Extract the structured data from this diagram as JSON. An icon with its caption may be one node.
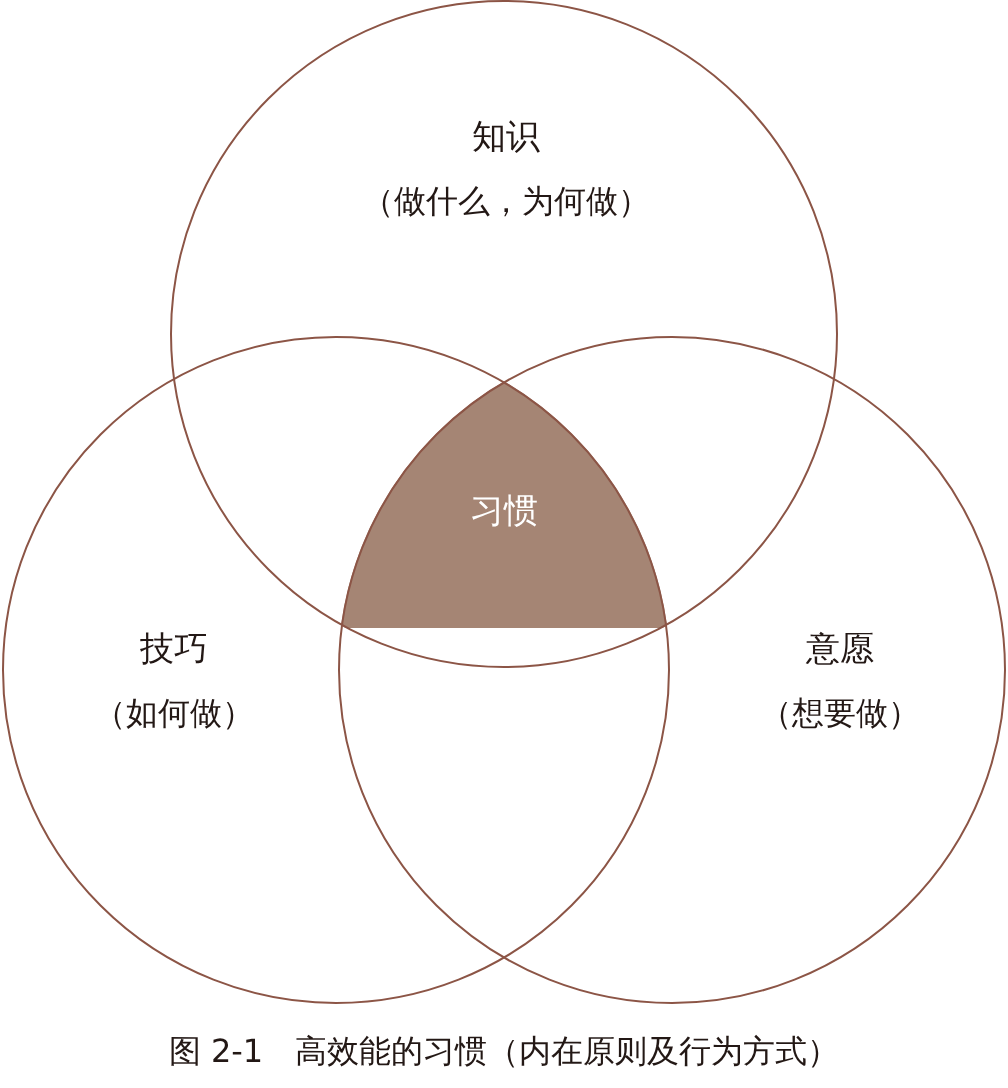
{
  "diagram": {
    "caption": "图 2-1　高效能的习惯（内在原则及行为方式）",
    "nodes": [
      {
        "text": [
          "知识",
          "（做什么，为何做）"
        ]
      },
      {
        "text": [
          "习惯"
        ]
      },
      {
        "text": [
          "技巧",
          "（如何做）"
        ]
      },
      {
        "text": [
          "意愿",
          "（想要做）"
        ]
      }
    ]
  }
}
